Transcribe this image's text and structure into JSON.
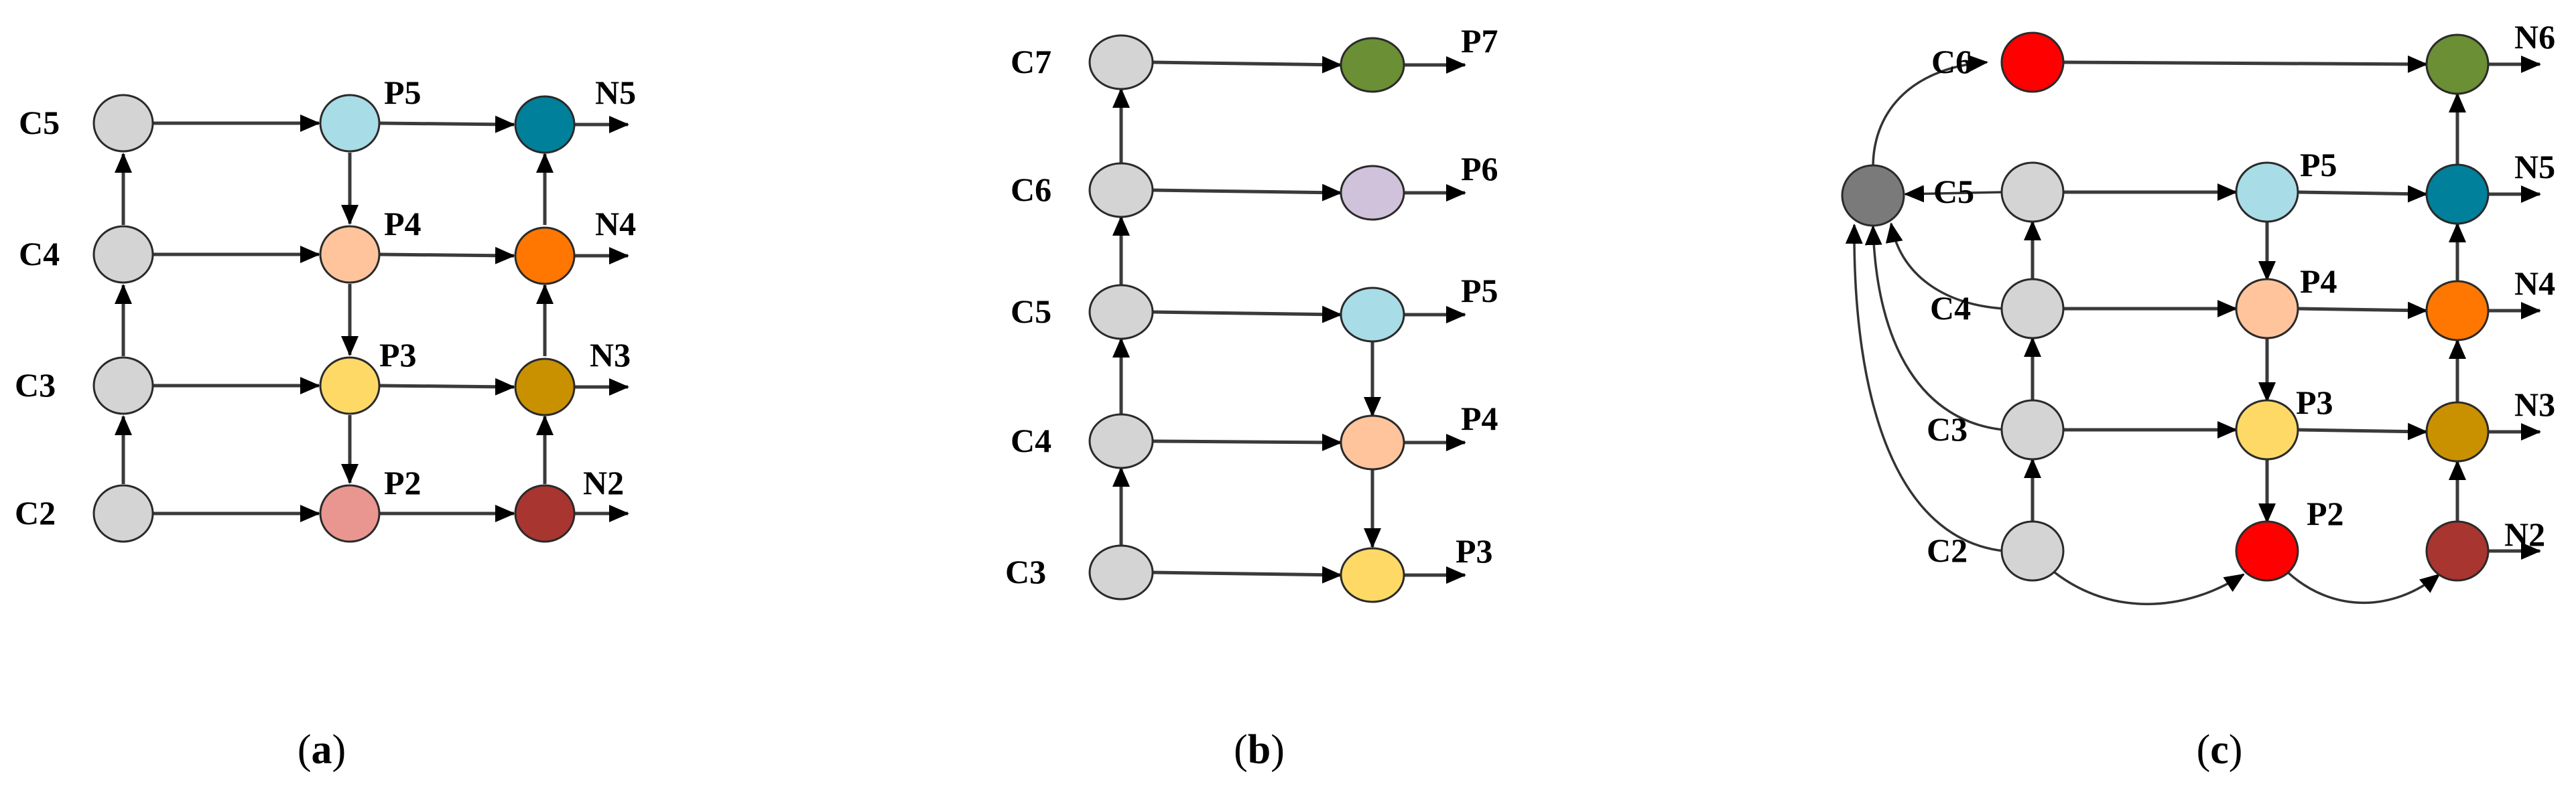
{
  "figure": {
    "panels": [
      {
        "id": "a",
        "caption": "a",
        "backbone_labels": [
          "C5",
          "C4",
          "C3",
          "C2"
        ],
        "pyramid_labels": [
          "P5",
          "P4",
          "P3",
          "P2"
        ],
        "output_labels": [
          "N5",
          "N4",
          "N3",
          "N2"
        ],
        "colors": {
          "backbone": "#d4d4d4",
          "P5": "#a8dce6",
          "P4": "#ffc49c",
          "P3": "#ffd966",
          "P2": "#ea9690",
          "N5": "#00809a",
          "N4": "#ff7700",
          "N3": "#c99100",
          "N2": "#a93530"
        }
      },
      {
        "id": "b",
        "caption": "b",
        "backbone_labels": [
          "C7",
          "C6",
          "C5",
          "C4",
          "C3"
        ],
        "pyramid_labels": [
          "P7",
          "P6",
          "P5",
          "P4",
          "P3"
        ],
        "colors": {
          "backbone": "#d4d4d4",
          "P7": "#6a8f34",
          "P6": "#d1c2dc",
          "P5": "#a8dce6",
          "P4": "#ffc49c",
          "P3": "#ffd966"
        }
      },
      {
        "id": "c",
        "caption": "c",
        "backbone_labels": [
          "C6",
          "C5",
          "C4",
          "C3",
          "C2"
        ],
        "pyramid_labels": [
          "P5",
          "P4",
          "P3",
          "P2"
        ],
        "output_labels": [
          "N6",
          "N5",
          "N4",
          "N3",
          "N2"
        ],
        "colors": {
          "backbone": "#d4d4d4",
          "hub": "#7a7a7a",
          "C6": "#ff0000",
          "P5": "#a8dce6",
          "P4": "#ffc49c",
          "P3": "#ffd966",
          "P2": "#ff0000",
          "N6": "#6a8f34",
          "N5": "#00809a",
          "N4": "#ff7700",
          "N3": "#c99100",
          "N2": "#a93530"
        }
      }
    ]
  }
}
